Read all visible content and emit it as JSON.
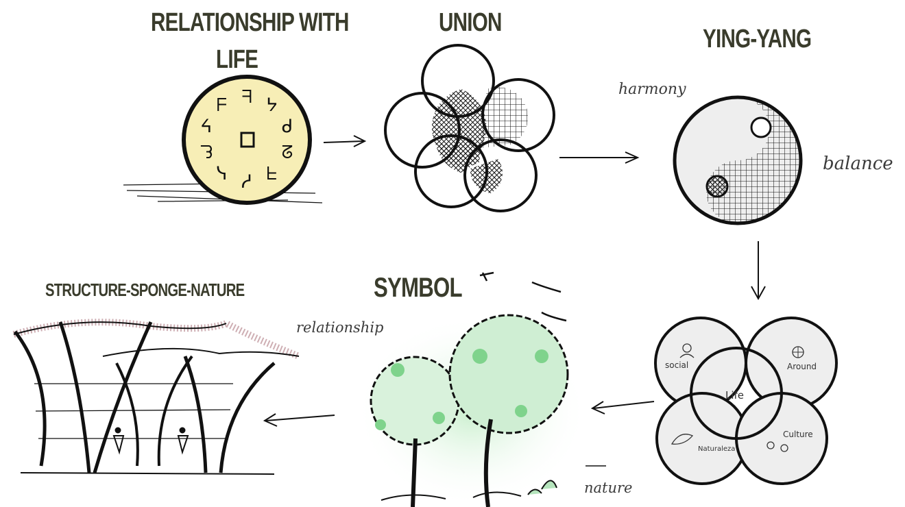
{
  "titles": {
    "relationship_line1": "RELATIONSHIP WITH",
    "relationship_line2": "LIFE",
    "union": "UNION",
    "yingyang": "YING-YANG",
    "symbol": "SYMBOL",
    "structure": "STRUCTURE-SPONGE-NATURE"
  },
  "annotations": {
    "harmony": "harmony",
    "balance": "balance",
    "relationship": "relationship",
    "nature": "nature"
  },
  "life_circles": {
    "social": "social",
    "around": "Around",
    "life": "Life",
    "naturaleza": "Naturaleza",
    "culture": "Culture"
  },
  "coin_glyphs": [
    "ᖷ",
    "ᔭ",
    "ᑯ",
    "ᘔ",
    "ᖶ",
    "ᓱ",
    "ᓭ",
    "ᘊ",
    "ᔦ",
    "ᖴ"
  ],
  "colors": {
    "ink": "#111111",
    "title": "#3a3c2c",
    "coin": "#f7eeb6",
    "leaf": "#7fd38c"
  }
}
